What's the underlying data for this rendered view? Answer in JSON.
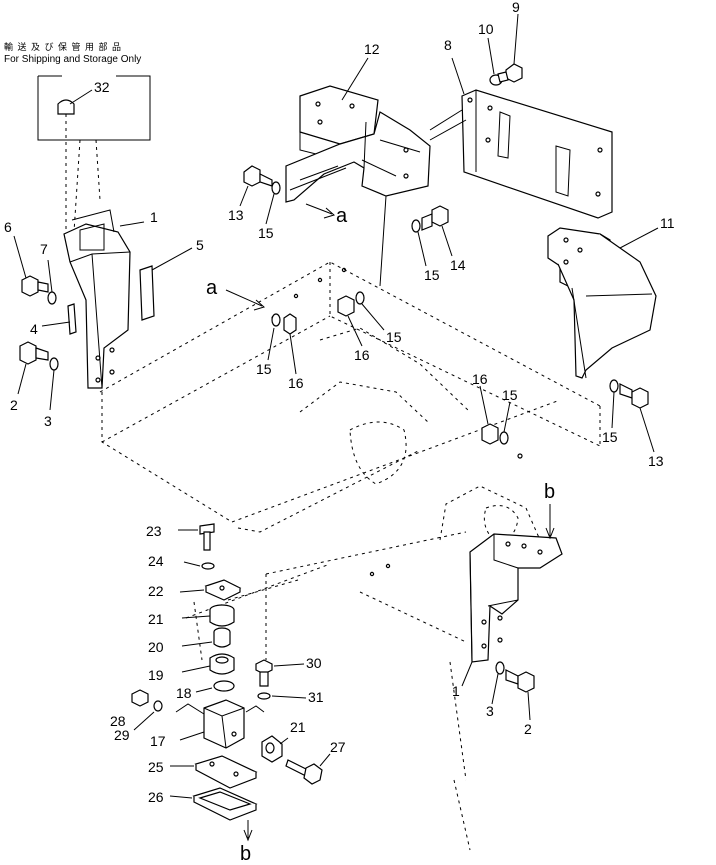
{
  "note": {
    "japanese": "輸 送 及 び 保 管 用 部 品",
    "english": "For Shipping and Storage Only"
  },
  "view_labels": [
    "a",
    "a",
    "b",
    "b"
  ],
  "callouts": [
    "32",
    "1",
    "5",
    "6",
    "7",
    "4",
    "2",
    "3",
    "12",
    "8",
    "10",
    "9",
    "13",
    "15",
    "15",
    "14",
    "11",
    "15",
    "16",
    "16",
    "15",
    "16",
    "15",
    "15",
    "13",
    "23",
    "24",
    "22",
    "21",
    "20",
    "19",
    "30",
    "18",
    "31",
    "28",
    "29",
    "17",
    "21",
    "27",
    "25",
    "26",
    "1",
    "3",
    "2"
  ]
}
